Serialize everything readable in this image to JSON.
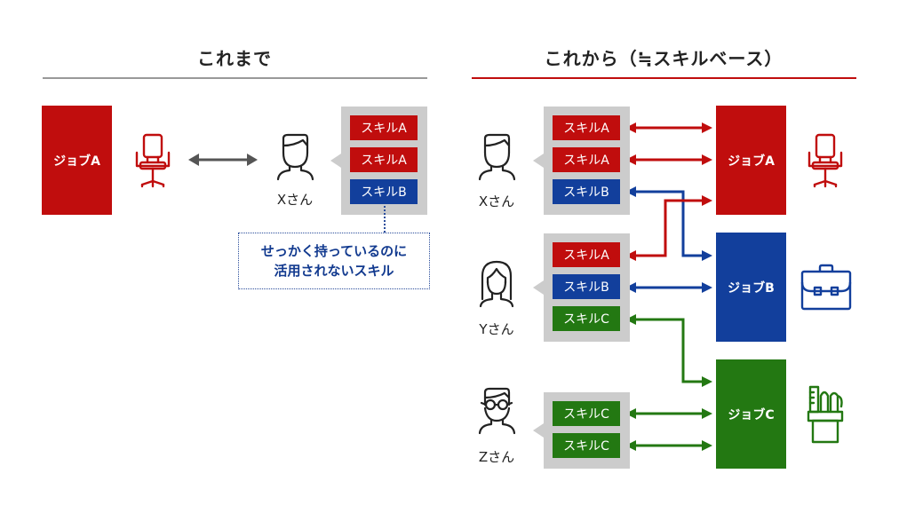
{
  "colors": {
    "red": "#c00d0d",
    "blue": "#123f9c",
    "green": "#237812",
    "panel_gray": "#cccccc",
    "rule_gray": "#999999",
    "arrow_gray": "#555555",
    "note_blue": "#2a4d9b"
  },
  "left": {
    "heading": "これまで",
    "job": {
      "label": "ジョブA",
      "icon": "office-chair-icon"
    },
    "person": {
      "label": "Xさん",
      "icon": "man-icon"
    },
    "skills": [
      "スキルA",
      "スキルA",
      "スキルB"
    ],
    "note_lines": [
      "せっかく持っているのに",
      "活用されないスキル"
    ]
  },
  "right": {
    "heading": "これから（≒スキルベース）",
    "people": [
      {
        "label": "Xさん",
        "icon": "man-icon",
        "skills": [
          "スキルA",
          "スキルA",
          "スキルB"
        ]
      },
      {
        "label": "Yさん",
        "icon": "woman-icon",
        "skills": [
          "スキルA",
          "スキルB",
          "スキルC"
        ]
      },
      {
        "label": "Zさん",
        "icon": "man-glasses-icon",
        "skills": [
          "スキルC",
          "スキルC"
        ]
      }
    ],
    "jobs": [
      {
        "label": "ジョブA",
        "icon": "office-chair-icon"
      },
      {
        "label": "ジョブB",
        "icon": "briefcase-icon"
      },
      {
        "label": "ジョブC",
        "icon": "pen-holder-icon"
      }
    ],
    "connections": [
      {
        "from": "Xさん / スキルA",
        "to": "ジョブA"
      },
      {
        "from": "Xさん / スキルA",
        "to": "ジョブA"
      },
      {
        "from": "Xさん / スキルB",
        "to": "ジョブB"
      },
      {
        "from": "Yさん / スキルA",
        "to": "ジョブA"
      },
      {
        "from": "Yさん / スキルB",
        "to": "ジョブB"
      },
      {
        "from": "Yさん / スキルC",
        "to": "ジョブC"
      },
      {
        "from": "Zさん / スキルC",
        "to": "ジョブC"
      },
      {
        "from": "Zさん / スキルC",
        "to": "ジョブC"
      }
    ]
  }
}
